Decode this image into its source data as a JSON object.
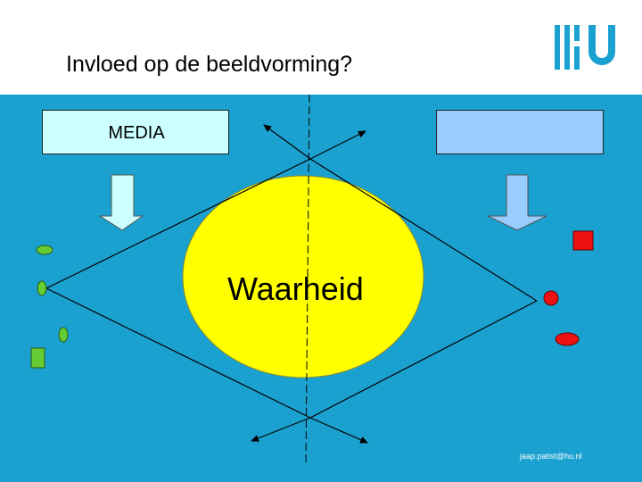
{
  "slide": {
    "title": "Invloed op de beeldvorming?",
    "left_box_label": "MEDIA",
    "right_box_label": "",
    "center_label": "Waarheid",
    "footer_email": "jaap.patist@hu.nl"
  },
  "colors": {
    "background": "#1ba1d0",
    "header": "#ffffff",
    "logo": "#1ba1d0",
    "circle_fill": "#ffff00",
    "media_box": "#ccffff",
    "right_box": "#99ccff",
    "arrow_left": "#ccffff",
    "arrow_right": "#99ccff",
    "green_shapes": "#66cc33",
    "red_shapes": "#ee1111"
  },
  "logo": {
    "name": "hu-logo"
  }
}
